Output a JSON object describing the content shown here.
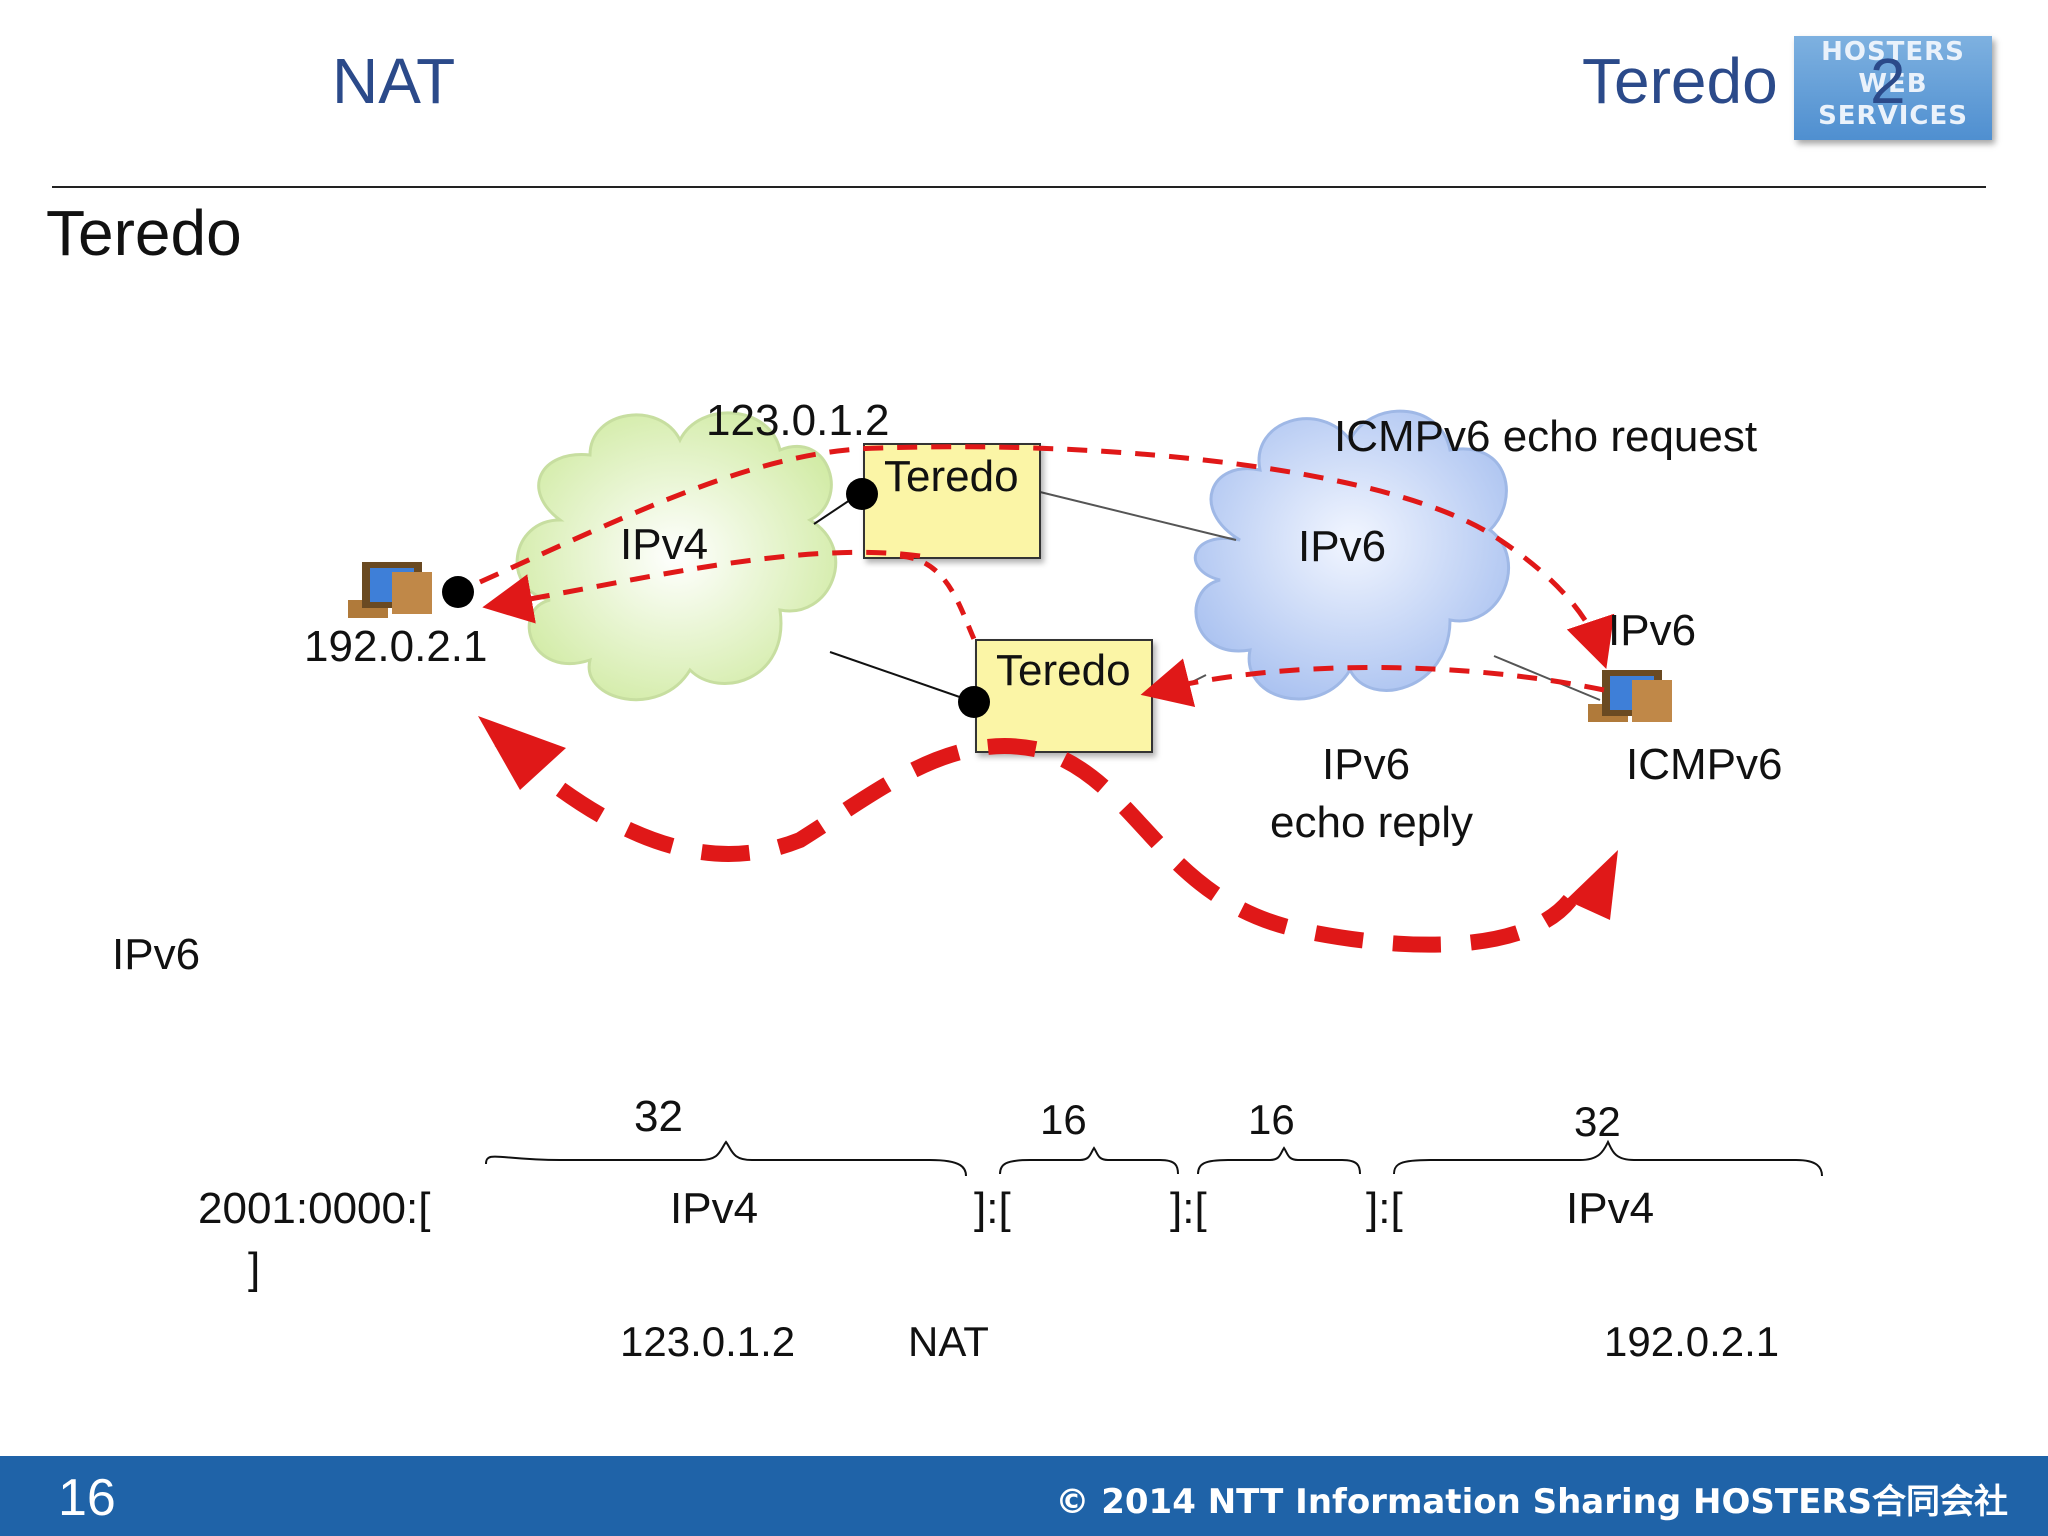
{
  "header": {
    "title_left": "NAT",
    "title_right": "Teredo",
    "title_right_suffix": "2",
    "logo_lines": [
      "HOSTERS",
      "WEB",
      "SERVICES"
    ]
  },
  "subtitle": "Teredo",
  "diagram": {
    "ip_teredo_server": "123.0.1.2",
    "ip_client": "192.0.2.1",
    "cloud_ipv4": "IPv4",
    "cloud_ipv6": "IPv6",
    "teredo_server_label": "Teredo",
    "teredo_relay_label": "Teredo",
    "echo_request": "ICMPv6 echo request",
    "ipv6_host_label": "IPv6",
    "icmpv6_label": "ICMPv6",
    "echo_reply_line1": "IPv6",
    "echo_reply_line2": "echo reply"
  },
  "address": {
    "section_label": "IPv6",
    "prefix": "2001:0000:[",
    "prefix_close": "]",
    "seg1_bits": "32",
    "seg1_label": "IPv4",
    "sep1": "]:[",
    "seg2_bits": "16",
    "sep2": "]:[",
    "seg3_bits": "16",
    "sep3": "]:[",
    "seg4_bits": "32",
    "seg4_label": "IPv4",
    "note1": "123.0.1.2",
    "note2": "NAT",
    "note3": "192.0.2.1"
  },
  "footer": {
    "page_number": "16",
    "copyright": "© 2014 NTT Information Sharing HOSTERS合同会社"
  },
  "colors": {
    "accent_red": "#e01818",
    "title_blue": "#2b4a8a",
    "footer_blue": "#1f63a8",
    "teredo_box": "#fbf5a6",
    "ipv4_cloud": "#dff3b8",
    "ipv6_cloud": "#b7cdf4"
  }
}
